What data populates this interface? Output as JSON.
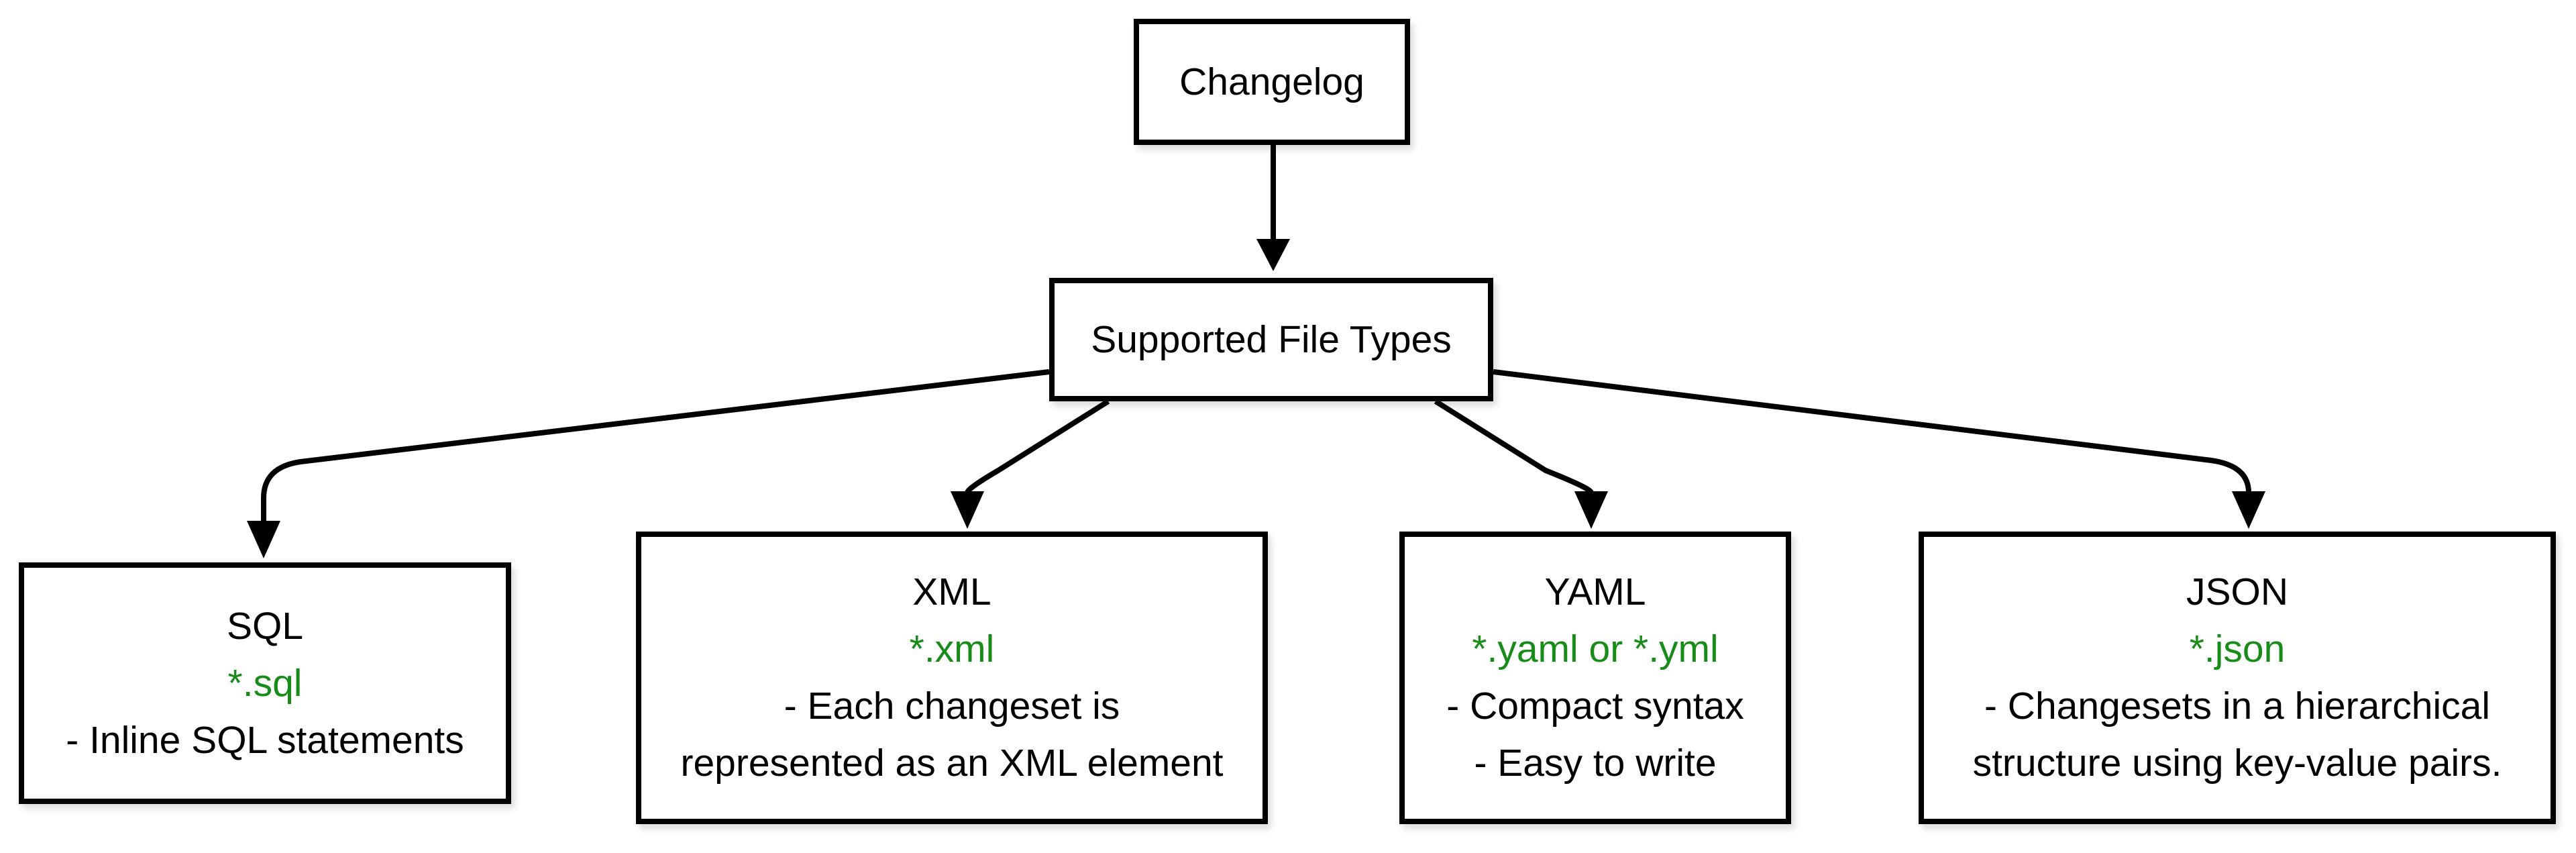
{
  "diagram": {
    "type": "flowchart",
    "background_color": "#ffffff",
    "line_color": "#000000",
    "pattern_text_color": "#188c18",
    "root": {
      "label": "Changelog"
    },
    "hub": {
      "label": "Supported File Types"
    },
    "file_types": [
      {
        "name": "SQL",
        "pattern": "*.sql",
        "notes": [
          "- Inline SQL statements"
        ]
      },
      {
        "name": "XML",
        "pattern": "*.xml",
        "notes": [
          "- Each changeset is",
          "represented as an XML element"
        ]
      },
      {
        "name": "YAML",
        "pattern": "*.yaml or *.yml",
        "notes": [
          "- Compact syntax",
          "- Easy to write"
        ]
      },
      {
        "name": "JSON",
        "pattern": "*.json",
        "notes": [
          "- Changesets in a hierarchical",
          "structure using key-value pairs."
        ]
      }
    ]
  }
}
